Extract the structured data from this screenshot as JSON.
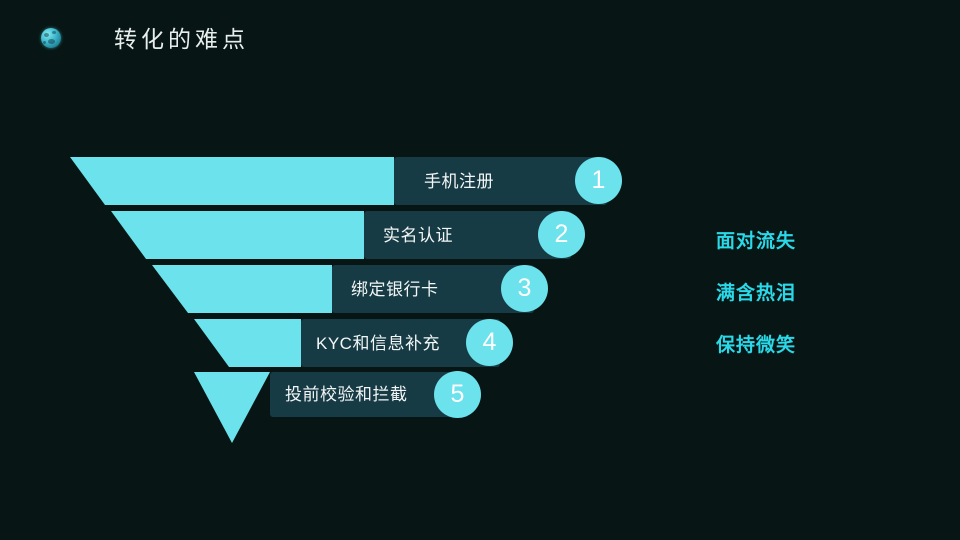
{
  "slide": {
    "background_color": "#071614",
    "accent_color": "#6be2ec",
    "bar_color": "#173b44",
    "note_color": "#2ad8e8"
  },
  "header": {
    "icon": "globe-icon",
    "title": "转化的难点"
  },
  "funnel": {
    "steps": [
      {
        "number": "1",
        "label": "手机注册"
      },
      {
        "number": "2",
        "label": "实名认证"
      },
      {
        "number": "3",
        "label": "绑定银行卡"
      },
      {
        "number": "4",
        "label": "KYC和信息补充"
      },
      {
        "number": "5",
        "label": "投前校验和拦截"
      }
    ]
  },
  "notes": {
    "items": [
      "面对流失",
      "满含热泪",
      "保持微笑"
    ]
  }
}
